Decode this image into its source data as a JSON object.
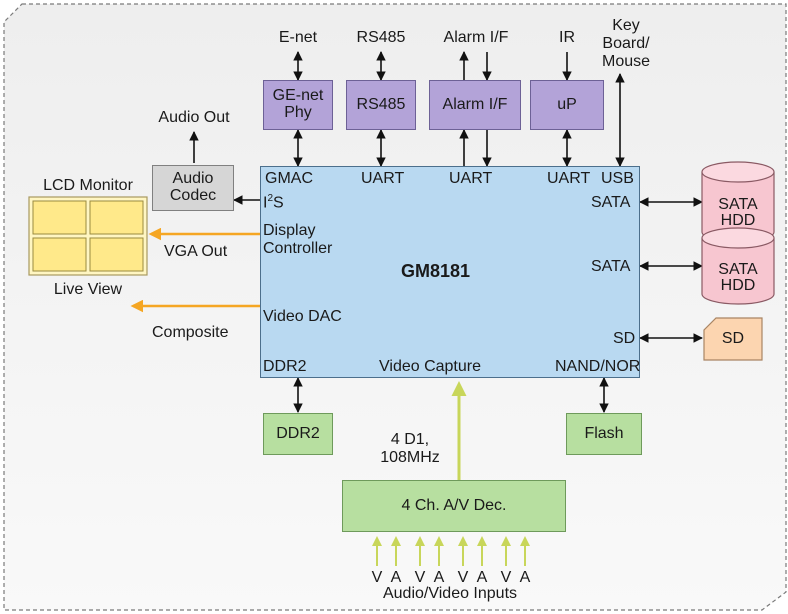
{
  "top_interfaces": {
    "enet": "E-net",
    "rs485": "RS485",
    "alarm": "Alarm I/F",
    "ir": "IR",
    "keyboard_line1": "Key",
    "keyboard_line2": "Board/",
    "keyboard_line3": "Mouse"
  },
  "blocks": {
    "genet_line1": "GE-net",
    "genet_line2": "Phy",
    "rs485": "RS485",
    "alarm": "Alarm I/F",
    "up": "uP",
    "audio_codec_line1": "Audio",
    "audio_codec_line2": "Codec",
    "ddr2": "DDR2",
    "flash": "Flash",
    "decoder": "4 Ch. A/V Dec.",
    "sd": "SD",
    "hdd1_line1": "SATA",
    "hdd1_line2": "HDD",
    "hdd2_line1": "SATA",
    "hdd2_line2": "HDD"
  },
  "soc": {
    "name": "GM8181",
    "ports": {
      "gmac": "GMAC",
      "uart1": "UART",
      "uart2": "UART",
      "uart3": "UART",
      "usb": "USB",
      "i2s_base": "I",
      "i2s_sup": "2",
      "i2s_tail": "S",
      "display_line1": "Display",
      "display_line2": "Controller",
      "sata1": "SATA",
      "sata2": "SATA",
      "video_dac": "Video DAC",
      "sd": "SD",
      "ddr2": "DDR2",
      "video_capture": "Video Capture",
      "nand_nor": "NAND/NOR"
    }
  },
  "outputs": {
    "audio_out": "Audio Out",
    "lcd_monitor": "LCD Monitor",
    "live_view": "Live View",
    "vga_out": "VGA Out",
    "composite": "Composite"
  },
  "video_link": {
    "line1": "4 D1,",
    "line2": "108MHz"
  },
  "inputs": {
    "v": "V",
    "a": "A",
    "caption": "Audio/Video Inputs"
  },
  "colors": {
    "soc_fill": "#b9d9f1",
    "interface_fill": "#b3a3d8",
    "memory_fill": "#b7dfa0",
    "codec_fill": "#d6d6d6",
    "hdd_fill": "#f7c6d0",
    "sd_fill": "#fcd5b0",
    "orange_arrow": "#f5a623",
    "video_arrow": "#c8d65a"
  }
}
